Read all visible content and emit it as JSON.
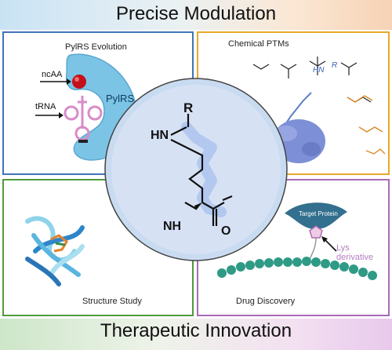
{
  "header": {
    "title": "Precise Modulation"
  },
  "footer": {
    "title": "Therapeutic Innovation"
  },
  "panels": {
    "pylrs": {
      "title": "PylRS Evolution",
      "enzyme_label": "PylRS",
      "ncaa_label": "ncAA",
      "trna_label": "tRNA"
    },
    "ptm": {
      "title": "Chemical PTMs",
      "hn_label": "HN",
      "r_label": "R"
    },
    "structure": {
      "title": "Structure Study"
    },
    "drug": {
      "title": "Drug Discovery",
      "target_label": "Target Protein",
      "lys_label": "Lys derivative"
    }
  },
  "center": {
    "r_label": "R",
    "hn_label": "HN",
    "nh_label": "NH",
    "o_label": "O"
  },
  "colors": {
    "pylrs_border": "#3f74b8",
    "ptm_border": "#e7a92a",
    "structure_border": "#4f9a3c",
    "drug_border": "#a96ab6",
    "center_fill": "#c9dbf0",
    "highlight": "#b3c8ef"
  },
  "icons": [
    "arrow-icon",
    "ribosome-icon",
    "protein-ribbon-icon",
    "bead-chain-icon",
    "pentagon-icon"
  ]
}
